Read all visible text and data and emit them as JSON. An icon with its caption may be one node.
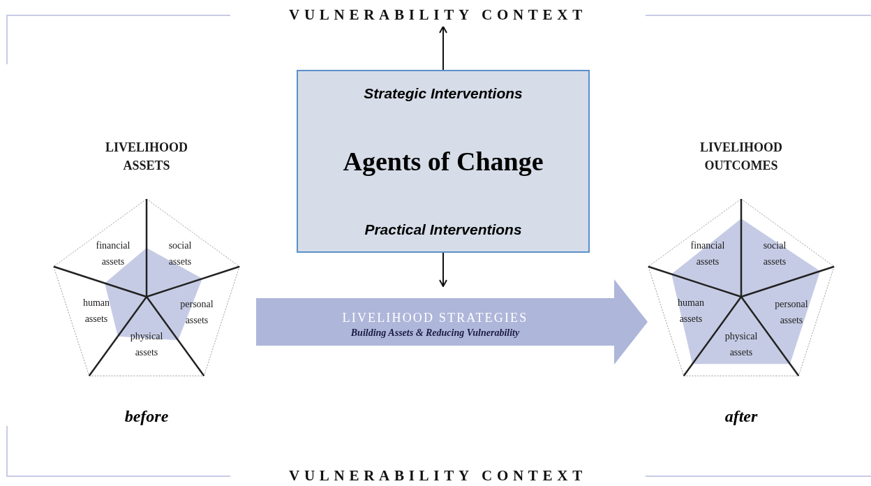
{
  "diagram": {
    "nodes": [
      {
        "text": [
          "VULNERABILITY CONTEXT"
        ]
      },
      {
        "text": [
          "Strategic Interventions",
          "Agents of Change",
          "Practical Interventions"
        ]
      },
      {
        "text": [
          "LIVELIHOOD STRATEGIES",
          "Building Assets & Reducing Vulnerability"
        ]
      },
      {
        "text": [
          "LIVELIHOOD ASSETS",
          "financial assets",
          "social assets",
          "human assets",
          "personal assets",
          "physical assets"
        ],
        "beside": [
          "before"
        ]
      },
      {
        "text": [
          "LIVELIHOOD OUTCOMES",
          "financial assets",
          "social assets",
          "human assets",
          "personal assets",
          "physical assets"
        ],
        "beside": [
          "after"
        ]
      },
      {
        "text": [
          "VULNERABILITY CONTEXT"
        ]
      }
    ],
    "edges": [
      {
        "from": 1,
        "to": 0,
        "arrow": "to"
      },
      {
        "from": 1,
        "to": 2,
        "arrow": "to"
      },
      {
        "from": 3,
        "to": 4,
        "arrow": "to",
        "style": "thick",
        "color": "#aeb6da"
      }
    ]
  }
}
